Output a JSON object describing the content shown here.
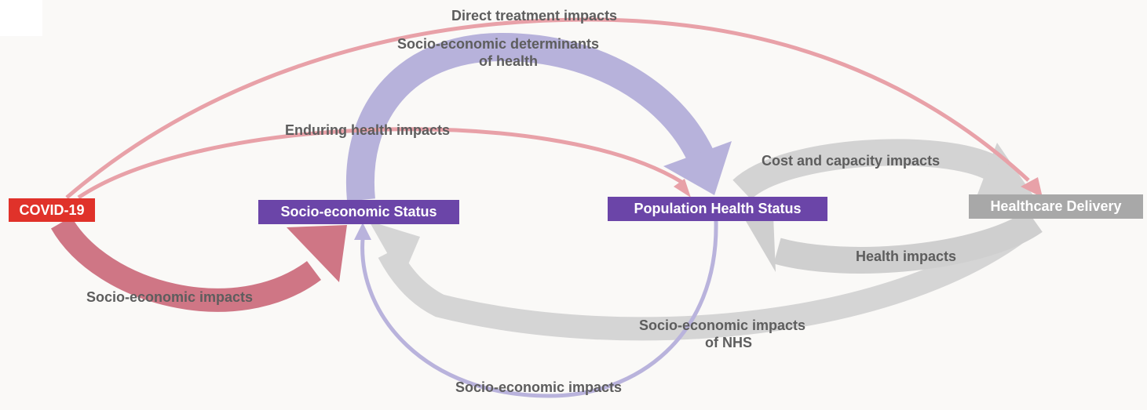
{
  "nodes": {
    "covid": "COVID-19",
    "socio_economic_status": "Socio-economic Status",
    "population_health_status": "Population Health Status",
    "healthcare_delivery": "Healthcare Delivery"
  },
  "links": {
    "direct_treatment": "Direct treatment impacts",
    "determinants_line1": "Socio-economic determinants",
    "determinants_line2": "of health",
    "enduring_health": "Enduring health impacts",
    "cost_capacity": "Cost and capacity impacts",
    "health_impacts": "Health impacts",
    "socio_economic_impacts_covid": "Socio-economic impacts",
    "nhs_line1": "Socio-economic impacts",
    "nhs_line2": "of NHS",
    "socio_economic_impacts_loop": "Socio-economic impacts"
  },
  "colors": {
    "covid": "#e0322a",
    "status_nodes": "#6b45a8",
    "healthcare_node": "#a8a8a8",
    "pink_link": "#e8a1a8",
    "covid_ses_arrow": "#cf7685",
    "lavender_link": "#b9b3dc",
    "grey_link": "#d5d5d5",
    "label_text": "#5d5d5d"
  }
}
